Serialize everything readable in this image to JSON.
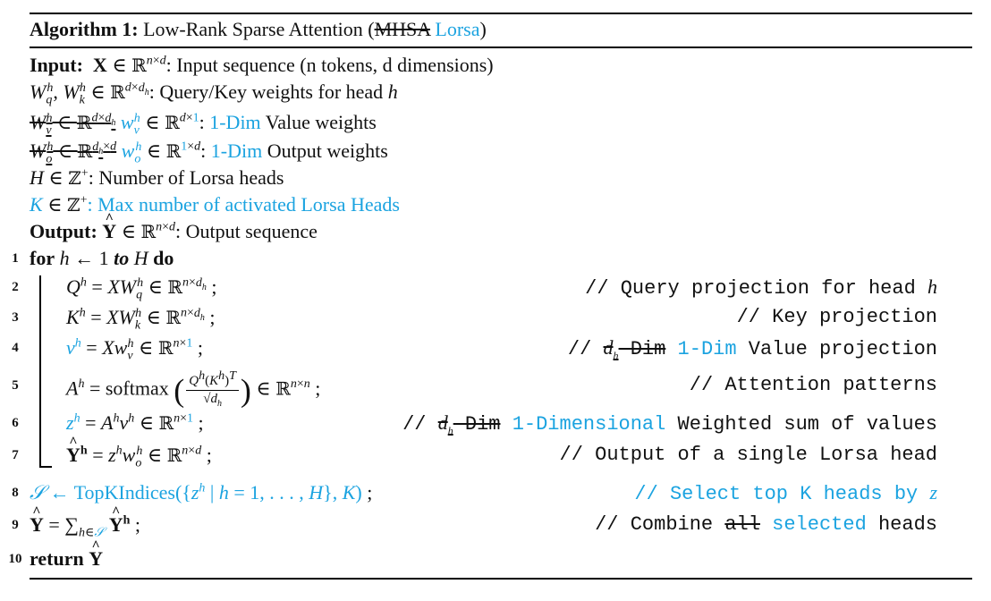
{
  "title_bold": "Algorithm 1:",
  "title_text": "Low-Rank Sparse Attention (",
  "title_struck": "MHSA",
  "title_new": "Lorsa",
  "title_close": ")",
  "input_label": "Input:",
  "input_desc": ": Input sequence (n tokens, d dimensions)",
  "qk_desc": ": Query/Key weights for head",
  "v_new": "1-Dim",
  "v_desc": "Value weights",
  "o_new": "1-Dim",
  "o_desc": "Output weights",
  "H_desc": ": Number of Lorsa heads",
  "K_desc": ": Max number of activated Lorsa Heads",
  "output_label": "Output:",
  "output_desc": ": Output sequence",
  "line_numbers": [
    "1",
    "2",
    "3",
    "4",
    "5",
    "6",
    "7",
    "8",
    "9",
    "10"
  ],
  "kw_for": "for",
  "kw_to": "to",
  "kw_do": "do",
  "kw_return": "return",
  "softmax": "softmax",
  "topk": "TopKIndices",
  "comments": {
    "c2": "// Query projection for head",
    "c3": "// Key projection",
    "c4_pre": "//",
    "c4_struck": "-Dim",
    "c4_new": "1-Dim",
    "c4_post": "Value projection",
    "c5": "// Attention patterns",
    "c6_pre": "//",
    "c6_struck": "-Dim",
    "c6_new": "1-Dimensional",
    "c6_post": "Weighted sum of values",
    "c7": "// Output of a single Lorsa head",
    "c8": "// Select top K heads by",
    "c9_pre": "// Combine",
    "c9_struck": "all",
    "c9_new": "selected",
    "c9_post": "heads"
  }
}
